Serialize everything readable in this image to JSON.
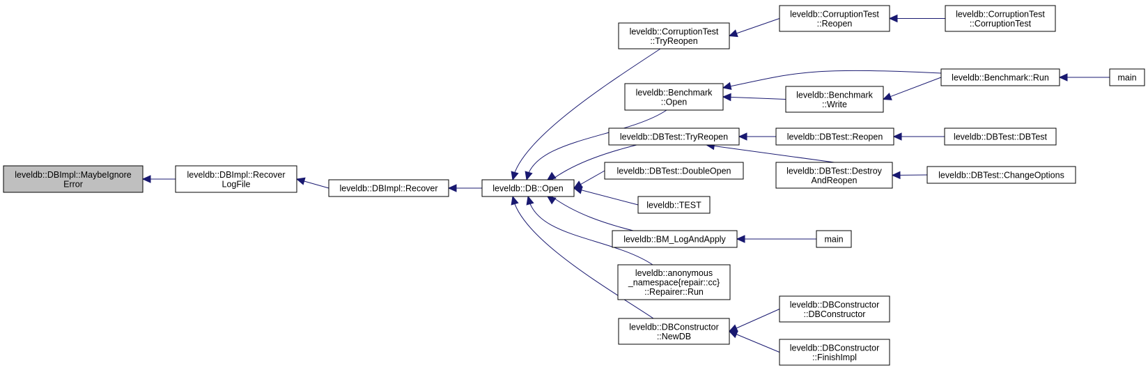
{
  "colors": {
    "edge": "#191970",
    "root_fill": "#bfbfbf",
    "node_fill": "#ffffff",
    "node_border": "#000000"
  },
  "nodes": {
    "maybeignore": [
      "leveldb::DBImpl::MaybeIgnore",
      "Error"
    ],
    "recoverlog": [
      "leveldb::DBImpl::Recover",
      "LogFile"
    ],
    "recover": [
      "leveldb::DBImpl::Recover"
    ],
    "dbopen": [
      "leveldb::DB::Open"
    ],
    "ct_tryreopen": [
      "leveldb::CorruptionTest",
      "::TryReopen"
    ],
    "bm_open": [
      "leveldb::Benchmark",
      "::Open"
    ],
    "dbt_tryreopen": [
      "leveldb::DBTest::TryReopen"
    ],
    "dbt_doubleopen": [
      "leveldb::DBTest::DoubleOpen"
    ],
    "test": [
      "leveldb::TEST"
    ],
    "bm_logapply": [
      "leveldb::BM_LogAndApply"
    ],
    "repairer": [
      "leveldb::anonymous",
      "_namespace{repair::cc}",
      "::Repairer::Run"
    ],
    "newdb": [
      "leveldb::DBConstructor",
      "::NewDB"
    ],
    "ct_reopen": [
      "leveldb::CorruptionTest",
      "::Reopen"
    ],
    "ct_ctor": [
      "leveldb::CorruptionTest",
      "::CorruptionTest"
    ],
    "bm_run": [
      "leveldb::Benchmark::Run"
    ],
    "main1": [
      "main"
    ],
    "bm_write": [
      "leveldb::Benchmark",
      "::Write"
    ],
    "dbt_reopen": [
      "leveldb::DBTest::Reopen"
    ],
    "dbt_dbtest": [
      "leveldb::DBTest::DBTest"
    ],
    "dbt_destroy": [
      "leveldb::DBTest::Destroy",
      "AndReopen"
    ],
    "dbt_changeopt": [
      "leveldb::DBTest::ChangeOptions"
    ],
    "main2": [
      "main"
    ],
    "dbc_ctor": [
      "leveldb::DBConstructor",
      "::DBConstructor"
    ],
    "dbc_finish": [
      "leveldb::DBConstructor",
      "::FinishImpl"
    ]
  }
}
